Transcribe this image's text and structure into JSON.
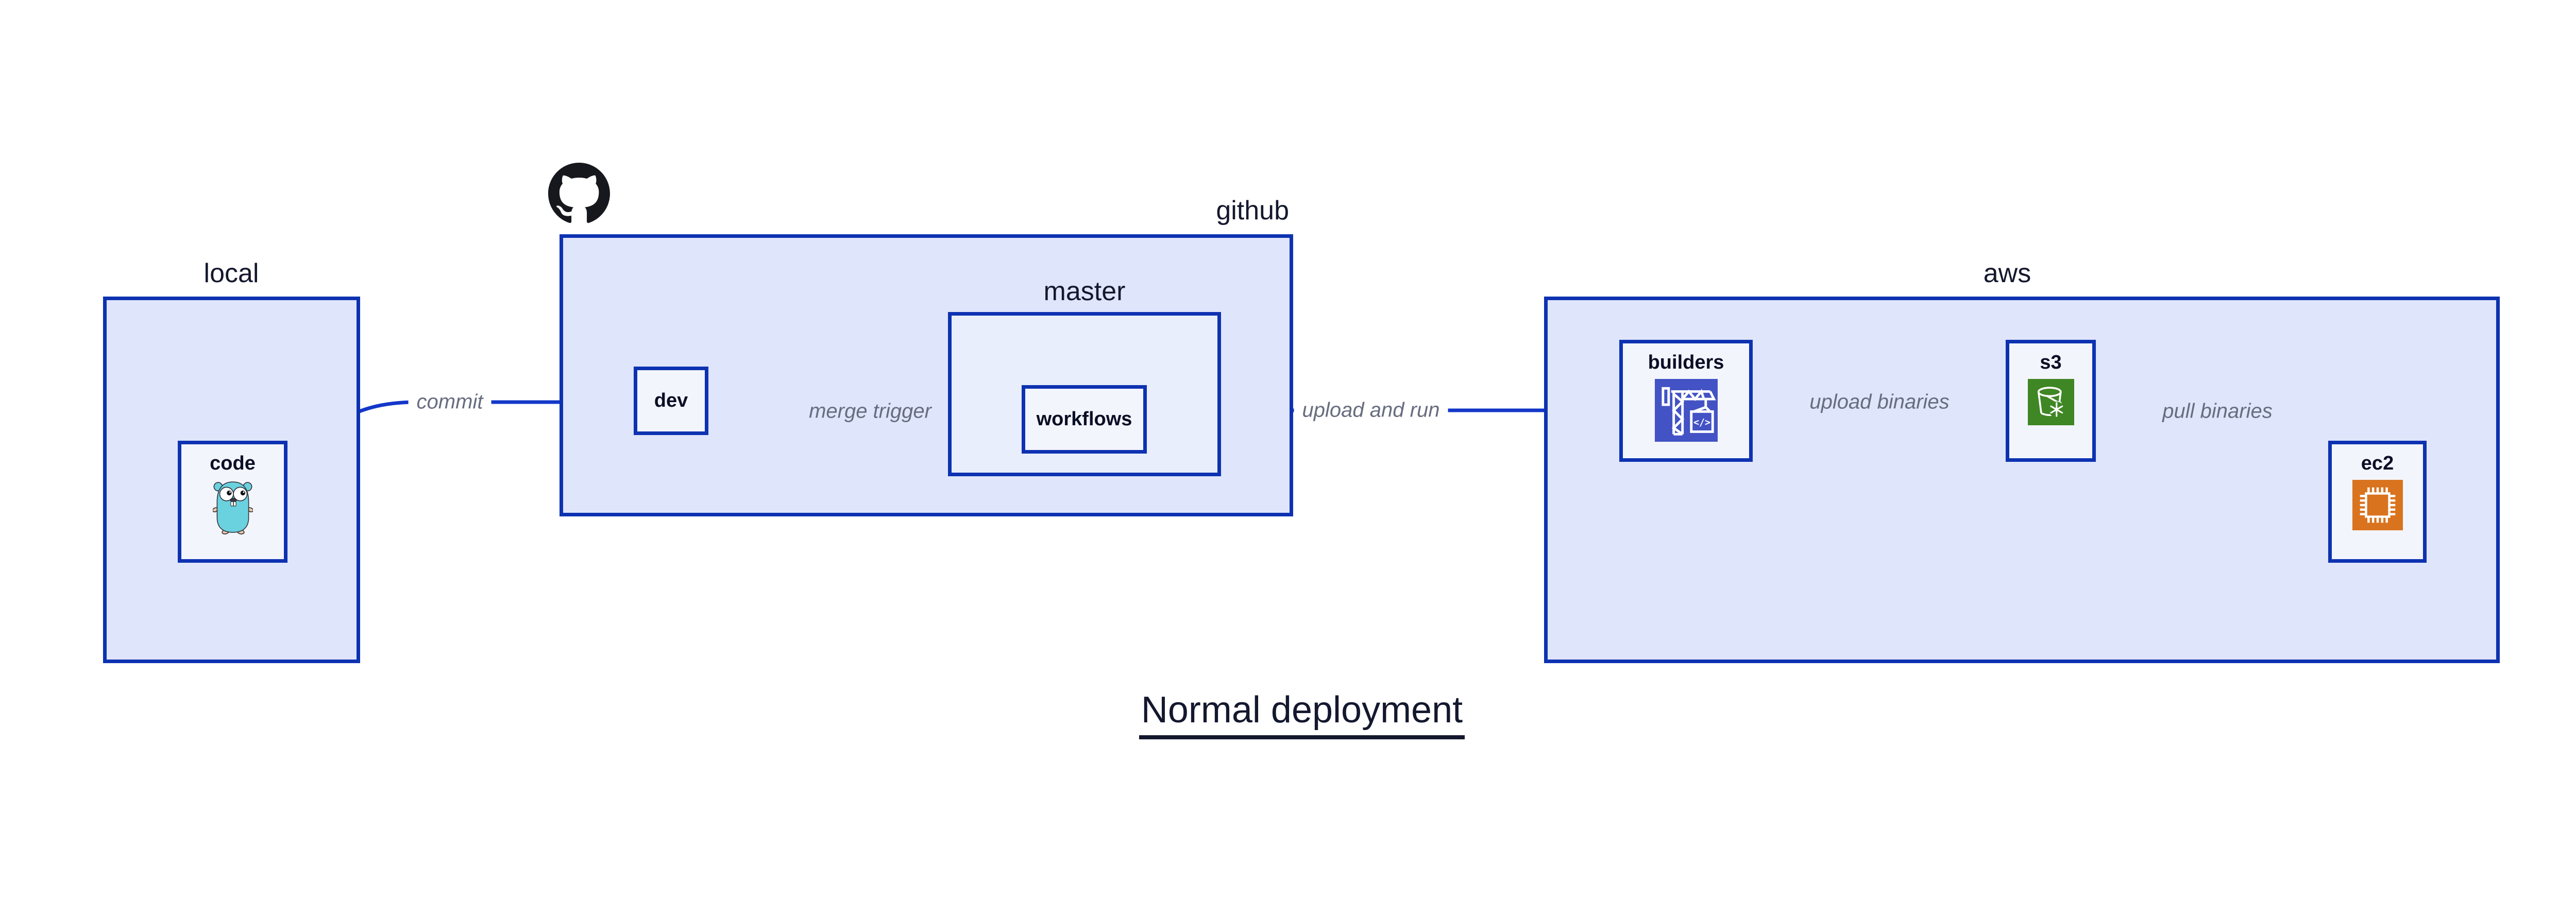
{
  "title": "Normal deployment",
  "containers": {
    "local": {
      "label": "local"
    },
    "github": {
      "label": "github"
    },
    "master": {
      "label": "master"
    },
    "aws": {
      "label": "aws"
    }
  },
  "nodes": {
    "code": {
      "label": "code"
    },
    "dev": {
      "label": "dev"
    },
    "workflows": {
      "label": "workflows"
    },
    "builders": {
      "label": "builders",
      "icon_glyph": "</>"
    },
    "s3": {
      "label": "s3"
    },
    "ec2": {
      "label": "ec2"
    }
  },
  "edges": [
    {
      "from": "code",
      "to": "dev",
      "label": "commit"
    },
    {
      "from": "dev",
      "to": "workflows",
      "label": "merge trigger"
    },
    {
      "from": "workflows",
      "to": "builders",
      "label": "upload and run"
    },
    {
      "from": "builders",
      "to": "s3",
      "label": "upload binaries"
    },
    {
      "from": "s3",
      "to": "ec2",
      "label": "pull binaries"
    }
  ],
  "icons": {
    "github": "github-octocat-icon",
    "code": "go-gopher-icon",
    "builders": "codebuild-crane-icon",
    "s3": "s3-bucket-icon",
    "ec2": "ec2-chip-icon"
  },
  "colors": {
    "border_blue": "#0d32b1",
    "edge_blue": "#1337c8",
    "container_fill": "#dfe5fa",
    "nested_container_fill": "#e9eefc",
    "leaf_fill": "#f3f5fd",
    "node_text": "#0a0f25",
    "edge_label_gray": "#676d7f",
    "builders_icon_bg": "#4353c5",
    "s3_icon_bg": "#3f8624",
    "ec2_icon_bg": "#d9731e",
    "gopher_teal": "#6ad2de",
    "github_black": "#16181d"
  }
}
